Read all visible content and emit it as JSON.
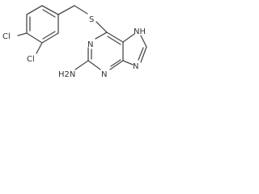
{
  "molecule": {
    "atoms": {
      "cl_upper": "Cl",
      "cl_lower": "Cl",
      "sulfur": "S",
      "nh": "NH",
      "n1": "N",
      "n3": "N",
      "n7": "N",
      "amine": "H2N"
    }
  }
}
